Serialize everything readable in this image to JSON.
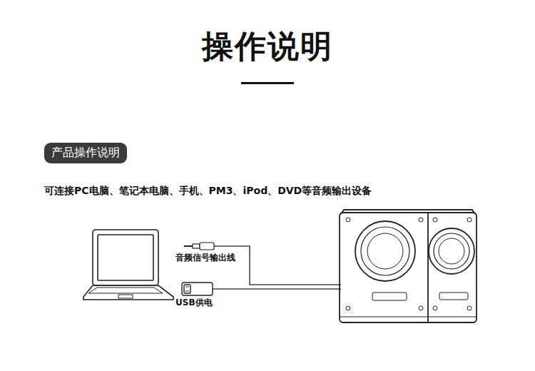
{
  "diagram": {
    "title": "操作说明",
    "nodes": [
      {
        "text": [
          "产品操作说明"
        ]
      }
    ],
    "labels": [
      "可连接PC电脑、笔记本电脑、手机、PM3、iPod、DVD等音频输出设备",
      "音频信号输出线",
      "USB供电"
    ]
  }
}
